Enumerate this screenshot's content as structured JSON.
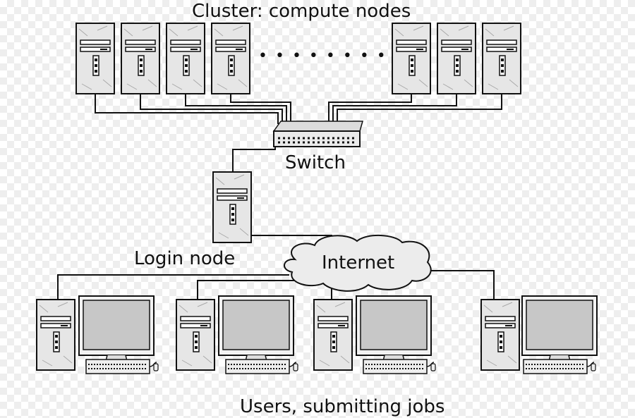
{
  "labels": {
    "cluster": "Cluster: compute nodes",
    "switch": "Switch",
    "login": "Login node",
    "internet": "Internet",
    "users": "Users, submitting jobs"
  },
  "cluster": {
    "left_towers": 4,
    "right_towers": 3,
    "ellipsis": "• • • • • • • • •"
  },
  "workstations": 4,
  "colors": {
    "ink": "#111111",
    "tower": "#e6e6e6",
    "screen": "#c7c7c7",
    "cloud": "#ececec"
  }
}
